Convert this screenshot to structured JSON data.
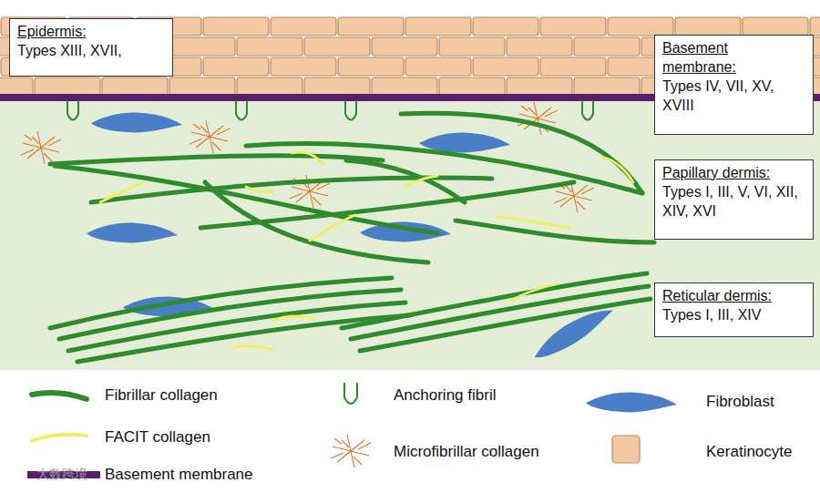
{
  "diagram": {
    "nodes": [
      {
        "text": [
          "Epidermis:",
          "Types XIII, XVII,"
        ]
      },
      {
        "text": [
          "Basement membrane:",
          "Types IV, VII, XV, XVIII"
        ]
      },
      {
        "text": [
          "Papillary dermis:",
          "Types I, III, V, VI, XII, XIV, XVI"
        ]
      },
      {
        "text": [
          "Reticular dermis:",
          "Types I, III, XIV"
        ]
      }
    ],
    "labels": [
      "大数跨境"
    ],
    "legend": [
      {
        "text": "Fibrillar collagen"
      },
      {
        "text": "FACIT collagen"
      },
      {
        "text": "Basement membrane"
      },
      {
        "text": "Anchoring fibril"
      },
      {
        "text": "Microfibrillar collagen"
      },
      {
        "text": "Fibroblast"
      },
      {
        "text": "Keratinocyte",
        "color": "#f3c9a4"
      }
    ]
  }
}
